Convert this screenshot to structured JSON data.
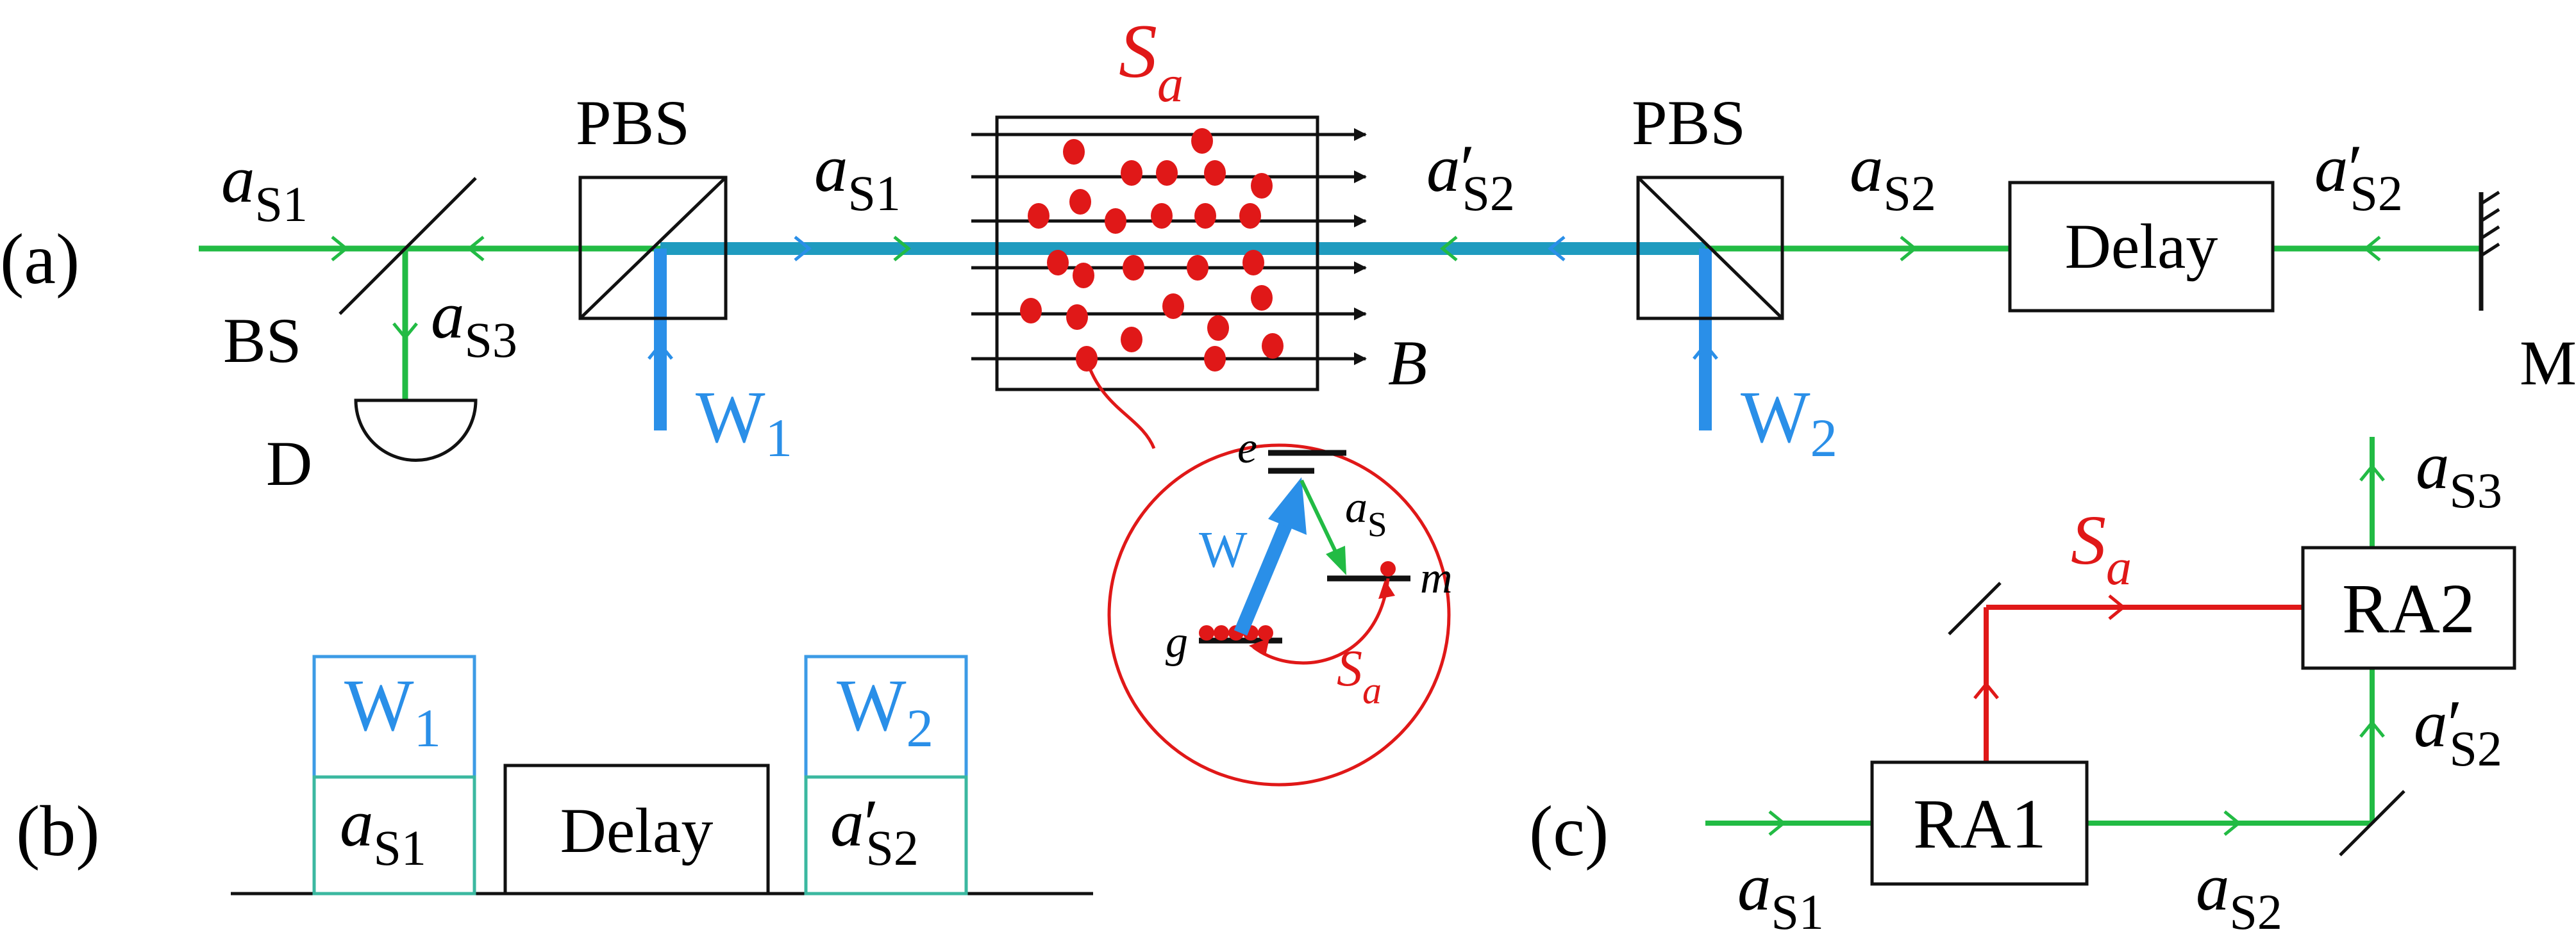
{
  "panels": {
    "a": "(a)",
    "b": "(b)",
    "c": "(c)"
  },
  "colors": {
    "signal": "#22bb44",
    "write": "#2a8fe8",
    "spin": "#e01818",
    "line": "#111111",
    "pulse_box_write": "#3c9be6",
    "pulse_box_signal": "#3bb8a0"
  },
  "labels": {
    "pbs": "PBS",
    "bs": "BS",
    "detector": "D",
    "mirror": "M",
    "delay": "Delay",
    "field": "B",
    "spin_wave": {
      "base": "S",
      "sub": "a"
    },
    "a_s1": {
      "base": "a",
      "sub": "S1"
    },
    "a_s2": {
      "base": "a",
      "sub": "S2"
    },
    "a_s3": {
      "base": "a",
      "sub": "S3"
    },
    "a_s2_prime": {
      "base": "a",
      "prime": "′",
      "sub": "S2"
    },
    "w1": {
      "base": "W",
      "sub": "1"
    },
    "w2": {
      "base": "W",
      "sub": "2"
    },
    "level_e": "e",
    "level_g": "g",
    "level_m": "m",
    "w": "W",
    "a_s": {
      "base": "a",
      "sub": "S"
    },
    "ra1": "RA1",
    "ra2": "RA2"
  },
  "icons": [
    "mirror-icon",
    "beam-splitter-icon",
    "detector-icon",
    "polarizing-beam-splitter-icon",
    "atomic-ensemble-icon",
    "energy-level-diagram-icon"
  ]
}
